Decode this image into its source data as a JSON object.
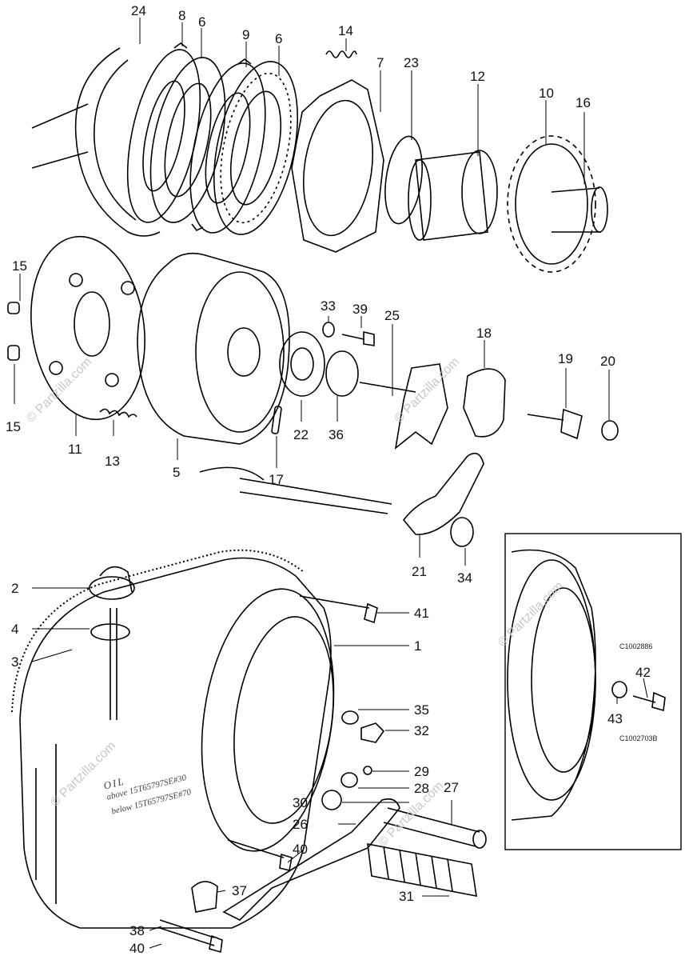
{
  "diagram": {
    "part_numbers": [
      "24",
      "8",
      "6",
      "9",
      "6",
      "14",
      "7",
      "23",
      "12",
      "10",
      "16",
      "15",
      "33",
      "39",
      "25",
      "18",
      "19",
      "20",
      "15",
      "11",
      "13",
      "5",
      "22",
      "36",
      "17",
      "21",
      "34",
      "2",
      "4",
      "3",
      "41",
      "1",
      "35",
      "32",
      "29",
      "28",
      "27",
      "30",
      "26",
      "40",
      "37",
      "31",
      "38",
      "40",
      "42",
      "43"
    ],
    "inset_codes": [
      "C1002886",
      "C1002703B"
    ],
    "cover_text": [
      "OIL",
      "above 15T65797SE#30",
      "below 15T65797SE#70"
    ],
    "watermarks": [
      "© Partzilla.com",
      "© Partzilla.com",
      "© Partzilla.com",
      "© Partzilla.com",
      "© Partzilla.com"
    ]
  }
}
